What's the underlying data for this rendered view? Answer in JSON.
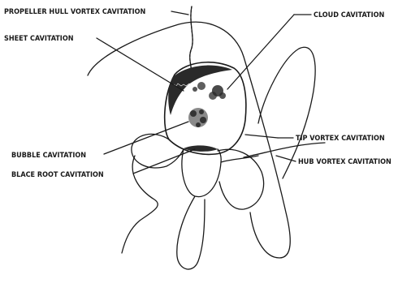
{
  "labels": {
    "propeller_hull_vortex": "PROPELLER HULL VORTEX CAVITATION",
    "cloud": "CLOUD CAVITATION",
    "sheet": "SHEET CAVITATION",
    "tip_vortex": "TIP VORTEX CAVITATION",
    "bubble": "BUBBLE CAVITATION",
    "hub_vortex": "HUB VORTEX CAVITATION",
    "blade_root": "BLACE ROOT CAVITATION"
  },
  "colors": {
    "ink": "#1a1a1a",
    "background": "#ffffff"
  }
}
